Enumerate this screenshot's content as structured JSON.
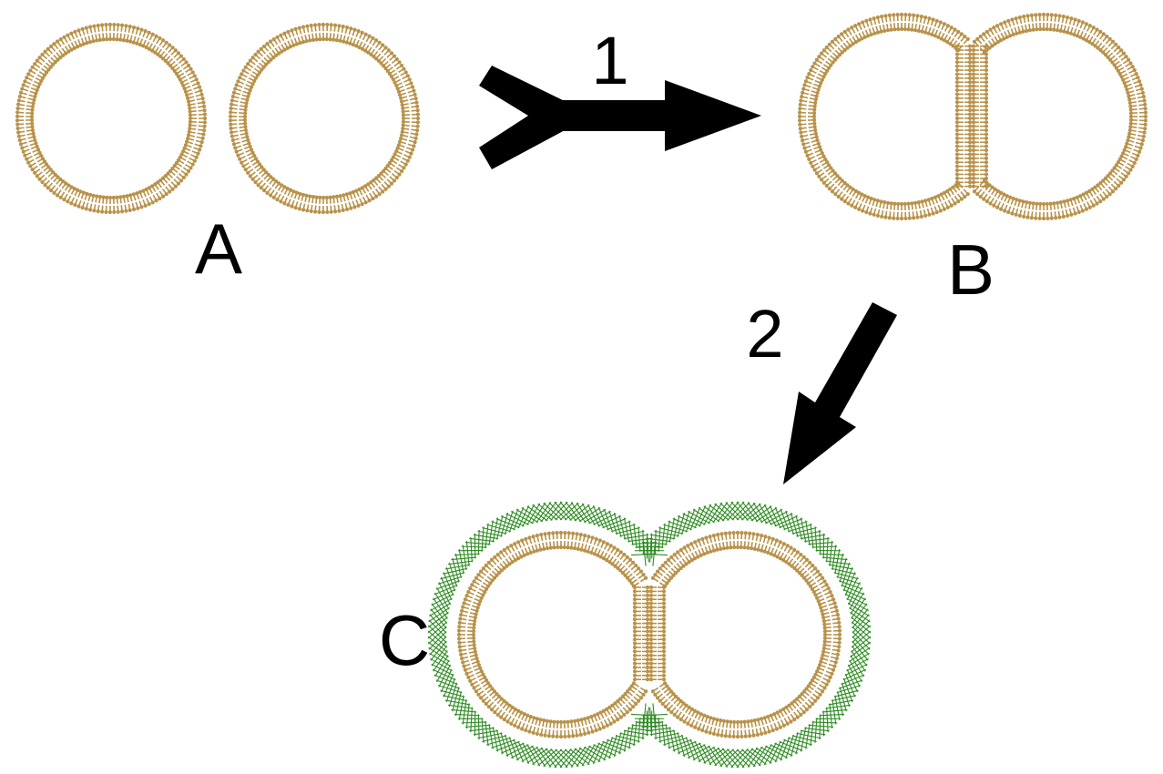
{
  "colors": {
    "membrane": "#b8924a",
    "coat": "#2e8b22",
    "arrow": "#000000",
    "background": "#ffffff",
    "text": "#000000"
  },
  "stages": {
    "a": {
      "label": "A"
    },
    "b": {
      "label": "B"
    },
    "c": {
      "label": "C"
    }
  },
  "steps": {
    "one": {
      "label": "1"
    },
    "two": {
      "label": "2"
    }
  }
}
